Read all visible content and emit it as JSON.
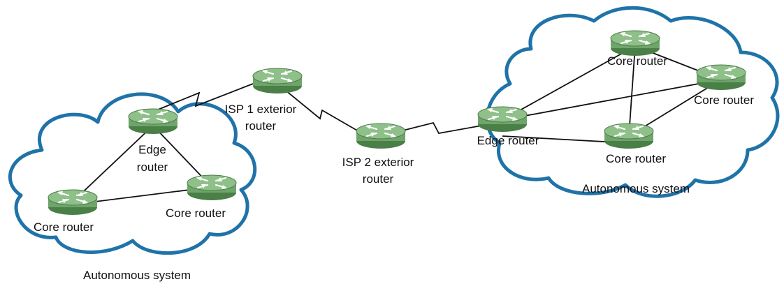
{
  "colors": {
    "cloud_stroke": "#1f73a8",
    "router_body": "#6fa56a",
    "router_top": "#8fc08a",
    "router_dark": "#4a7f47",
    "link": "#111111"
  },
  "icons": {
    "router": "router-icon",
    "cloud": "cloud-outline"
  },
  "left_as": {
    "label": "Autonomous system",
    "edge_label": [
      "Edge",
      "router"
    ],
    "core1_label": "Core router",
    "core2_label": "Core router"
  },
  "isp1": {
    "label": [
      "ISP 1 exterior",
      "router"
    ]
  },
  "isp2": {
    "label": [
      "ISP 2 exterior",
      "router"
    ]
  },
  "right_as": {
    "label": "Autonomous system",
    "edge_label": "Edge router",
    "core_top_label": "Core router",
    "core_right_label": "Core router",
    "core_bottom_label": "Core router"
  }
}
